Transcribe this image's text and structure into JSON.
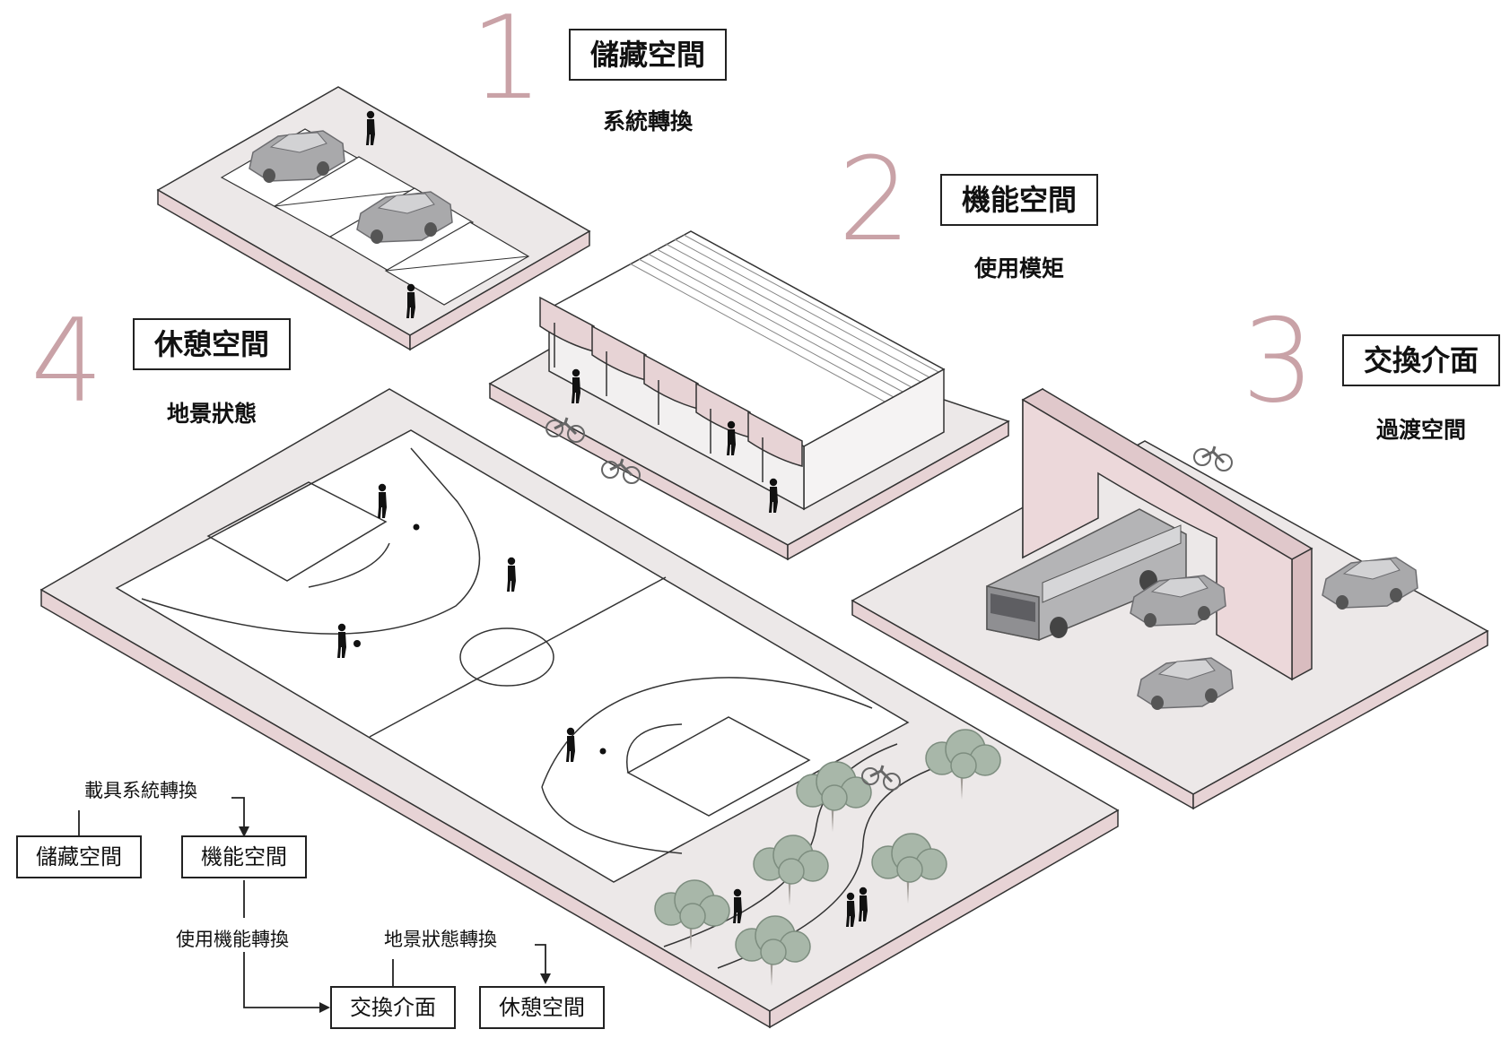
{
  "zones": [
    {
      "number": "1",
      "title": "儲藏空間",
      "subtitle": "系統轉換"
    },
    {
      "number": "2",
      "title": "機能空間",
      "subtitle": "使用模矩"
    },
    {
      "number": "3",
      "title": "交換介面",
      "subtitle": "過渡空間"
    },
    {
      "number": "4",
      "title": "休憩空間",
      "subtitle": "地景狀態"
    }
  ],
  "flow": {
    "label_vehicle": "載具系統轉換",
    "box_storage": "儲藏空間",
    "box_function": "機能空間",
    "label_use": "使用機能轉換",
    "label_landscape": "地景狀態轉換",
    "box_exchange": "交換介面",
    "box_rest": "休憩空間"
  },
  "colors": {
    "accent_pink": "#c9a2a7",
    "platform_top": "#ece8e8",
    "platform_side": "#e7d3d5",
    "tree": "#a8b7a9",
    "car": "#a9a9ab"
  }
}
